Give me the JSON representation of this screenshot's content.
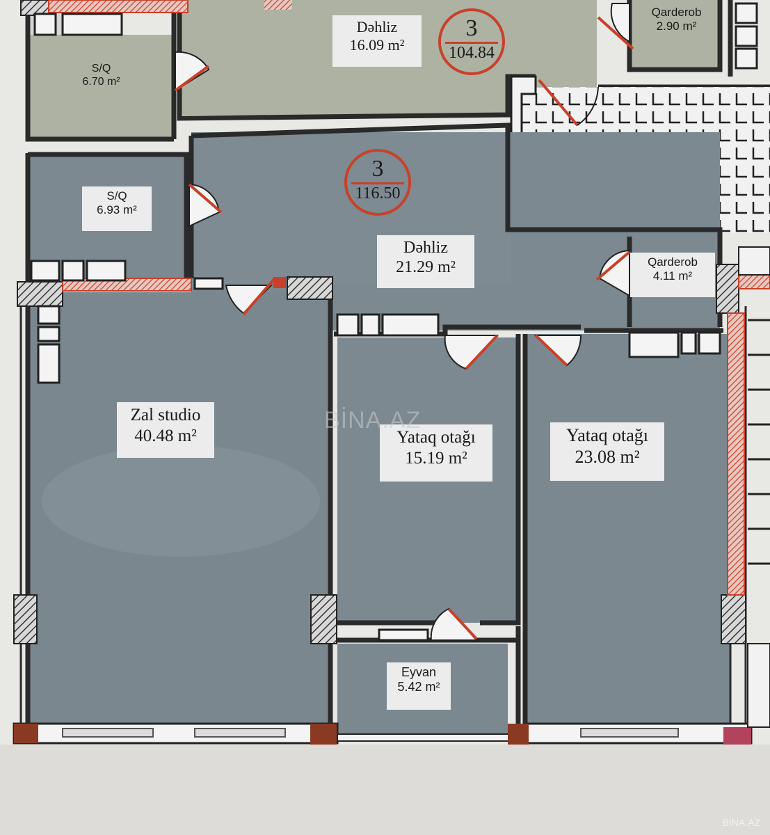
{
  "colors": {
    "room_fill_dark": "#7c8990",
    "room_fill_light": "#aeb2a3",
    "wall": "#2a2a2a",
    "accent_red": "#c9402a",
    "background": "#e8e8e4",
    "label_bg": "#ececec"
  },
  "rooms": [
    {
      "id": "dehliz_top",
      "name": "Dəhliz",
      "area": "16.09 m²"
    },
    {
      "id": "qarderob_top",
      "name": "Qarderob",
      "area": "2.90 m²"
    },
    {
      "id": "sq_top",
      "name": "S/Q",
      "area": "6.70 m²"
    },
    {
      "id": "sq_mid",
      "name": "S/Q",
      "area": "6.93 m²"
    },
    {
      "id": "dehliz_mid",
      "name": "Dəhliz",
      "area": "21.29 m²"
    },
    {
      "id": "qarderob_mid",
      "name": "Qarderob",
      "area": "4.11 m²"
    },
    {
      "id": "zal",
      "name": "Zal studio",
      "area": "40.48 m²"
    },
    {
      "id": "yataq1",
      "name": "Yataq otağı",
      "area": "15.19 m²"
    },
    {
      "id": "yataq2",
      "name": "Yataq otağı",
      "area": "23.08 m²"
    },
    {
      "id": "eyvan",
      "name": "Eyvan",
      "area": "5.42 m²"
    }
  ],
  "unit_badges": [
    {
      "id": "badge_top",
      "number": "3",
      "total": "104.84"
    },
    {
      "id": "badge_mid",
      "number": "3",
      "total": "116.50"
    }
  ],
  "watermark": "BİNA.AZ",
  "footer_watermark": "BİNA.AZ"
}
